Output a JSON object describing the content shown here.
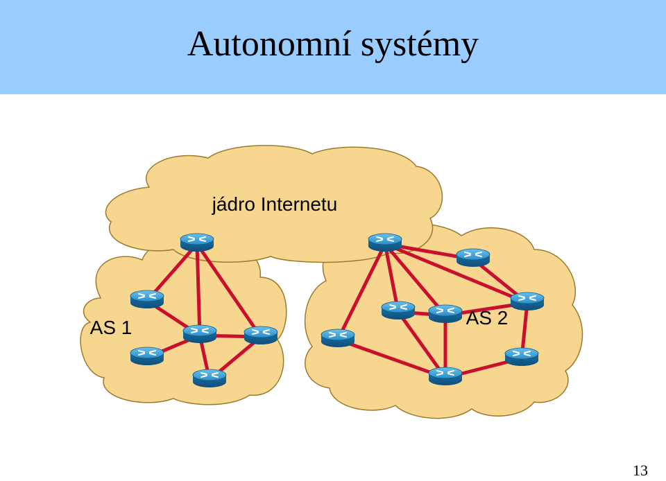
{
  "slide": {
    "title": "Autonomní systémy",
    "page_number": "13"
  },
  "diagram": {
    "core_label": "jádro Internetu",
    "as1_label": "AS 1",
    "as2_label": "AS 2"
  },
  "colors": {
    "title_bar": "#99ccff",
    "cloud_fill": "#f7d790",
    "cloud_stroke": "#9c7a2c",
    "link": "#c8102e",
    "router": "#1f86c1"
  }
}
